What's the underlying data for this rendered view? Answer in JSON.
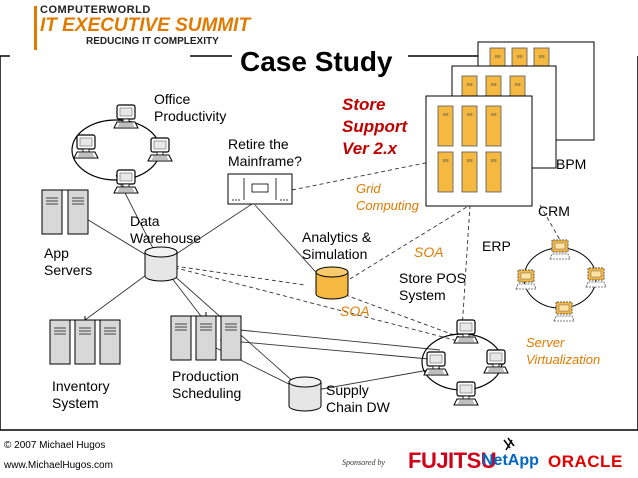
{
  "header": {
    "brand": "COMPUTERWORLD",
    "event": "IT EXECUTIVE SUMMIT",
    "tagline": "REDUCING IT COMPLEXITY"
  },
  "title": "Case Study",
  "labels": {
    "office_productivity": "Office\nProductivity",
    "retire_mainframe": "Retire the\nMainframe?",
    "store_support": "Store\nSupport\nVer 2.x",
    "bpm": "BPM",
    "grid_computing": "Grid\nComputing",
    "crm": "CRM",
    "data_warehouse": "Data\nWarehouse",
    "app_servers": "App\nServers",
    "analytics": "Analytics &\nSimulation",
    "soa_upper": "SOA",
    "erp": "ERP",
    "store_pos": "Store POS\nSystem",
    "soa_lower": "SOA",
    "server_virtualization": "Server\nVirtualization",
    "inventory_system": "Inventory\nSystem",
    "production_scheduling": "Production\nScheduling",
    "supply_chain_dw": "Supply\nChain DW"
  },
  "footer": {
    "copyright": "© 2007 Michael Hugos",
    "website": "www.MichaelHugos.com",
    "sponsored_by": "Sponsored by",
    "sponsor_fujitsu": "FUJITSU",
    "sponsor_netapp": "NetApp",
    "sponsor_oracle": "ORACLE"
  },
  "colors": {
    "accent_orange": "#E07A00",
    "title_red": "#C00000",
    "db_orange": "#F5B942",
    "server_gray": "#D8D8D8"
  }
}
